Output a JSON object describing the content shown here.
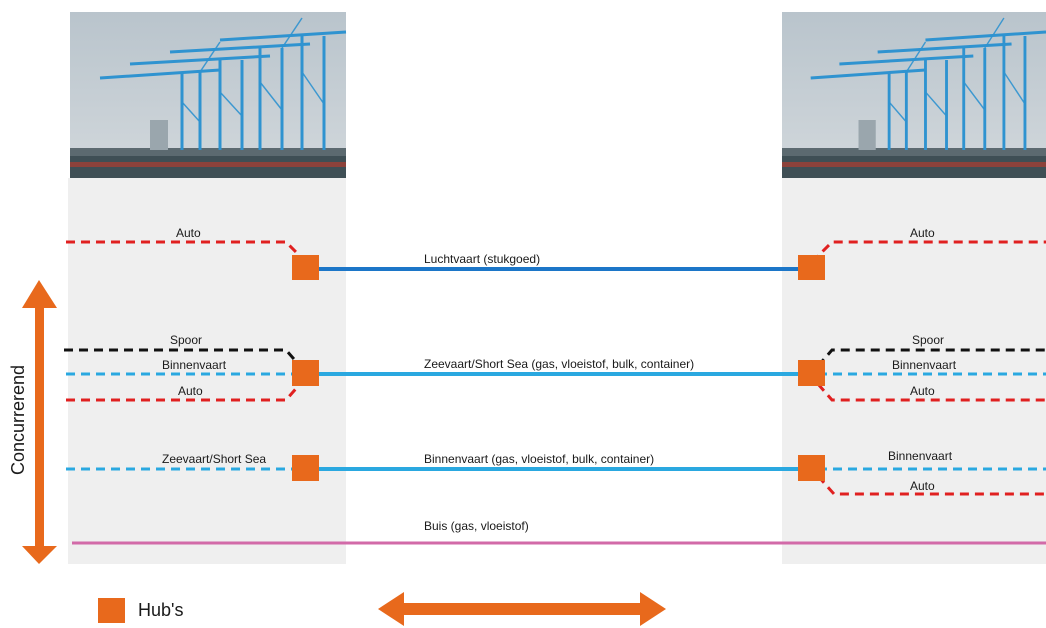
{
  "colors": {
    "hub": "#e8691c",
    "road": "#e02020",
    "rail": "#111111",
    "inland_water": "#2aa8e0",
    "main_link": "#1c76c8",
    "pipeline": "#d26aa8",
    "panel": "#efefef",
    "arrow": "#e8691c"
  },
  "images": {
    "left": "port-cranes-photo",
    "right": "port-cranes-photo"
  },
  "side_axis": {
    "label": "Concurrerend",
    "icon": "double-arrow-vertical"
  },
  "links": {
    "air": "Luchtvaart (stukgoed)",
    "sea": "Zeevaart/Short Sea (gas, vloeistof, bulk, container)",
    "inland": "Binnenvaart (gas, vloeistof, bulk, container)",
    "pipe": "Buis (gas, vloeistof)"
  },
  "left_feeders": {
    "air_road": "Auto",
    "sea_rail": "Spoor",
    "sea_inland": "Binnenvaart",
    "sea_road": "Auto",
    "inland_sea": "Zeevaart/Short Sea"
  },
  "right_feeders": {
    "air_road": "Auto",
    "sea_rail": "Spoor",
    "sea_inland": "Binnenvaart",
    "sea_road": "Auto",
    "inland_inland": "Binnenvaart",
    "inland_road": "Auto"
  },
  "legend": {
    "hub_label": "Hub's",
    "bottom_arrow": "double-arrow-horizontal"
  }
}
